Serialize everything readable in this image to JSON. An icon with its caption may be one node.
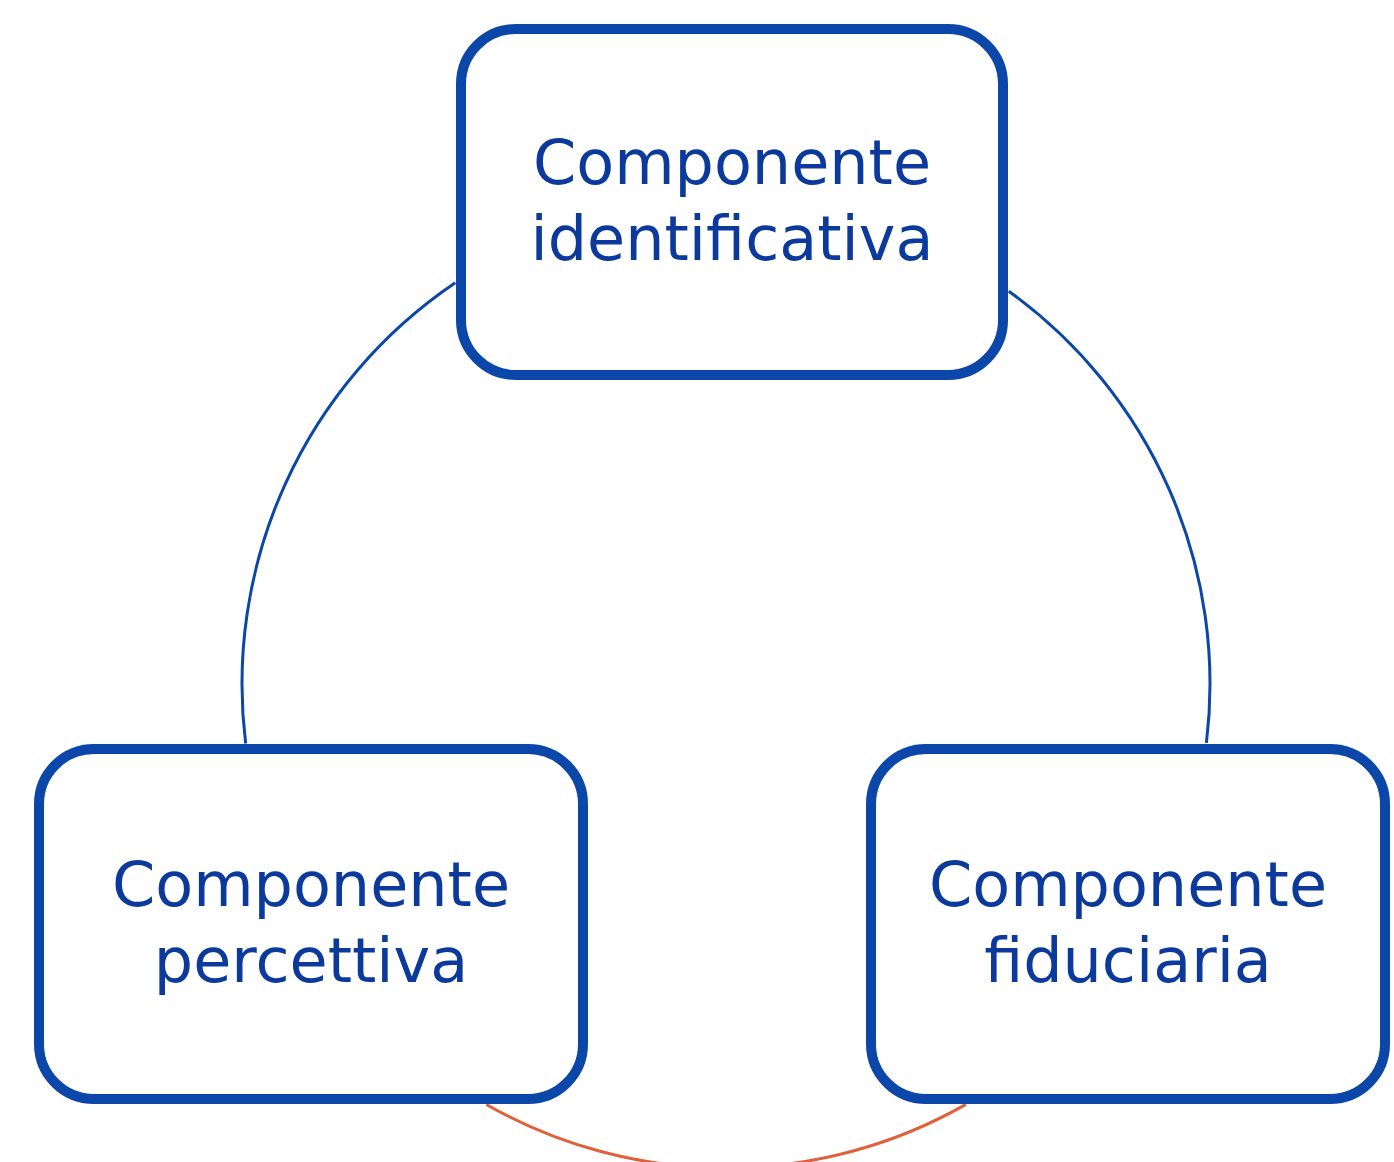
{
  "diagram": {
    "nodes": [
      {
        "text": [
          "Componente identificativa"
        ]
      },
      {
        "text": [
          "Componente percettiva"
        ]
      },
      {
        "text": [
          "Componente fiduciaria"
        ]
      }
    ],
    "edges": [
      {
        "from": 0,
        "to": 1,
        "arrow": "none"
      },
      {
        "from": 0,
        "to": 2,
        "arrow": "none"
      },
      {
        "from": 1,
        "to": 2,
        "arrow": "none",
        "color": "#e0603a"
      }
    ]
  }
}
